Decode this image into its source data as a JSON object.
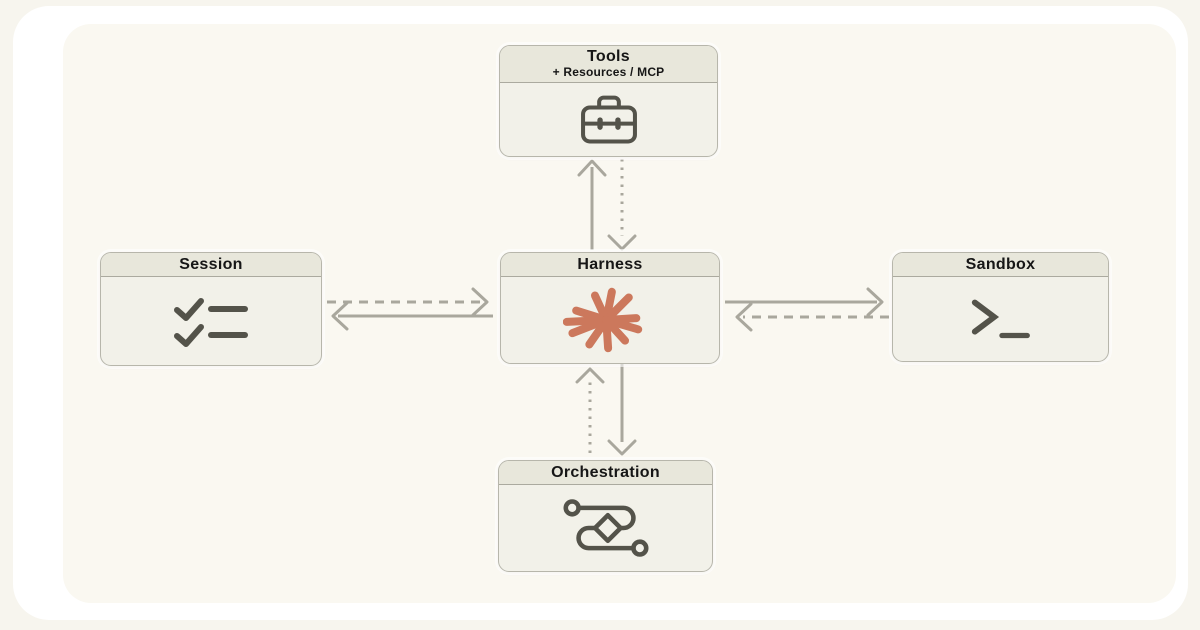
{
  "nodes": {
    "tools": {
      "title": "Tools",
      "subtitle": "+ Resources / MCP",
      "icon": "toolbox-icon"
    },
    "session": {
      "title": "Session",
      "icon": "checklist-icon"
    },
    "harness": {
      "title": "Harness",
      "icon": "starburst-icon"
    },
    "sandbox": {
      "title": "Sandbox",
      "icon": "terminal-icon"
    },
    "orchestration": {
      "title": "Orchestration",
      "icon": "workflow-icon"
    }
  },
  "edges": [
    {
      "from": "harness",
      "to": "tools",
      "style": "solid",
      "direction": "up"
    },
    {
      "from": "tools",
      "to": "harness",
      "style": "dotted",
      "direction": "down"
    },
    {
      "from": "session",
      "to": "harness",
      "style": "dashed",
      "direction": "right"
    },
    {
      "from": "harness",
      "to": "session",
      "style": "solid",
      "direction": "left"
    },
    {
      "from": "harness",
      "to": "sandbox",
      "style": "solid",
      "direction": "right"
    },
    {
      "from": "sandbox",
      "to": "harness",
      "style": "dashed",
      "direction": "left"
    },
    {
      "from": "orchestration",
      "to": "harness",
      "style": "dotted",
      "direction": "up"
    },
    {
      "from": "harness",
      "to": "orchestration",
      "style": "solid",
      "direction": "down"
    }
  ],
  "colors": {
    "accent_starburst": "#cc785c",
    "arrow": "#a9a79d",
    "icon_stroke": "#54534a",
    "node_header": "#e8e7db",
    "node_body": "#f2f1e9",
    "node_border": "#b7b6ab",
    "canvas": "#faf8f1",
    "frame": "#ffffff",
    "page_background": "#f7f5ee",
    "text": "#161616"
  }
}
